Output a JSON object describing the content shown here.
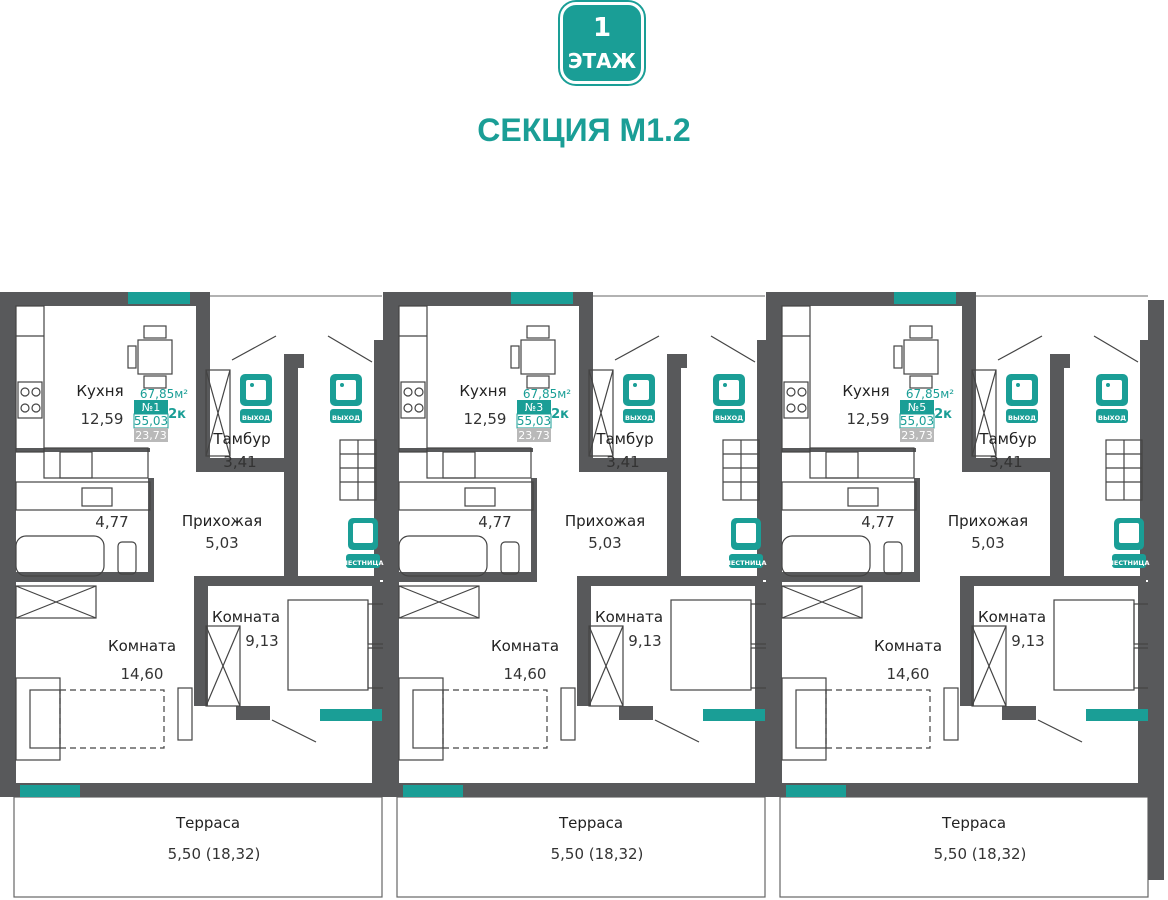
{
  "header": {
    "floor_number": "1",
    "floor_label": "ЭТАЖ",
    "section_title": "СЕКЦИЯ М1.2"
  },
  "colors": {
    "accent": "#1a9e96",
    "wall": "#58595b",
    "line": "#444444"
  },
  "signs": {
    "exit": "ВЫХОД",
    "stairs": "ЛЕСТНИЦА"
  },
  "units": [
    {
      "total_area": "67,85м²",
      "number": "№1",
      "rooms_type": "2к",
      "living_area": "55,03",
      "terrace_area": "23,73",
      "rooms": {
        "kitchen": {
          "name": "Кухня",
          "area": "12,59"
        },
        "vestibule": {
          "name": "Тамбур",
          "area": "3,41"
        },
        "bathroom": {
          "area": "4,77"
        },
        "hall": {
          "name": "Прихожая",
          "area": "5,03"
        },
        "room_small": {
          "name": "Комната",
          "area": "9,13"
        },
        "room_large": {
          "name": "Комната",
          "area": "14,60"
        },
        "terrace": {
          "name": "Терраса",
          "area": "5,50 (18,32)"
        }
      }
    },
    {
      "total_area": "67,85м²",
      "number": "№3",
      "rooms_type": "2к",
      "living_area": "55,03",
      "terrace_area": "23,73",
      "rooms": {
        "kitchen": {
          "name": "Кухня",
          "area": "12,59"
        },
        "vestibule": {
          "name": "Тамбур",
          "area": "3,41"
        },
        "bathroom": {
          "area": "4,77"
        },
        "hall": {
          "name": "Прихожая",
          "area": "5,03"
        },
        "room_small": {
          "name": "Комната",
          "area": "9,13"
        },
        "room_large": {
          "name": "Комната",
          "area": "14,60"
        },
        "terrace": {
          "name": "Терраса",
          "area": "5,50 (18,32)"
        }
      }
    },
    {
      "total_area": "67,85м²",
      "number": "№5",
      "rooms_type": "2к",
      "living_area": "55,03",
      "terrace_area": "23,73",
      "rooms": {
        "kitchen": {
          "name": "Кухня",
          "area": "12,59"
        },
        "vestibule": {
          "name": "Тамбур",
          "area": "3,41"
        },
        "bathroom": {
          "area": "4,77"
        },
        "hall": {
          "name": "Прихожая",
          "area": "5,03"
        },
        "room_small": {
          "name": "Комната",
          "area": "9,13"
        },
        "room_large": {
          "name": "Комната",
          "area": "14,60"
        },
        "terrace": {
          "name": "Терраса",
          "area": "5,50 (18,32)"
        }
      }
    }
  ]
}
